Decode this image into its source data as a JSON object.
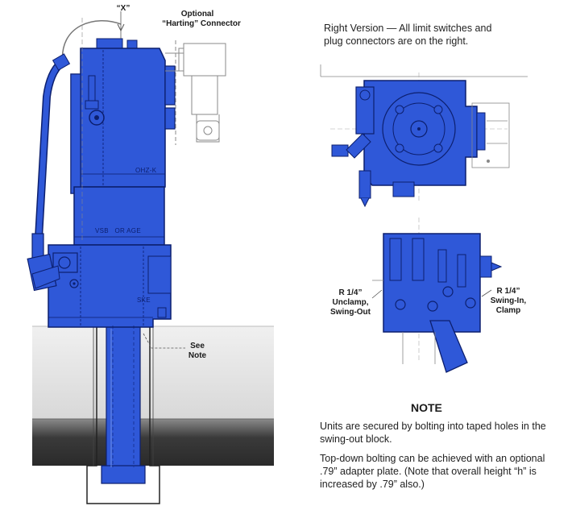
{
  "labels": {
    "view_x": "“X”",
    "optional": "Optional",
    "harting": "“Harting” Connector",
    "see_note_line1": "See",
    "see_note_line2": "Note",
    "body_ohz": "OHZ-K",
    "body_vsb": "VSB   OR AGE",
    "body_ske": "SKE",
    "port_left_1": "R 1/4”",
    "port_left_2": "Unclamp,",
    "port_left_3": "Swing-Out",
    "port_right_1": "R 1/4”",
    "port_right_2": "Swing-In,",
    "port_right_3": "Clamp"
  },
  "right_version": {
    "line1": "Right Version — All limit switches and",
    "line2": "plug connectors are on the right."
  },
  "note": {
    "heading": "NOTE",
    "para1_line1": "Units are secured by bolting into taped holes in the",
    "para1_line2": "swing-out block.",
    "para2_line1": "Top-down bolting can be achieved with an optional",
    "para2_line2": ".79” adapter plate. (Note that overall height “h” is",
    "para2_line3": "increased by .79” also.)"
  },
  "colors": {
    "body_blue": "#2f58d8",
    "outline": "#0c1f6e",
    "ghost_line": "#8a8a8a",
    "mount_light": "#e6e6e6",
    "mount_dark": "#3d3d3d"
  }
}
